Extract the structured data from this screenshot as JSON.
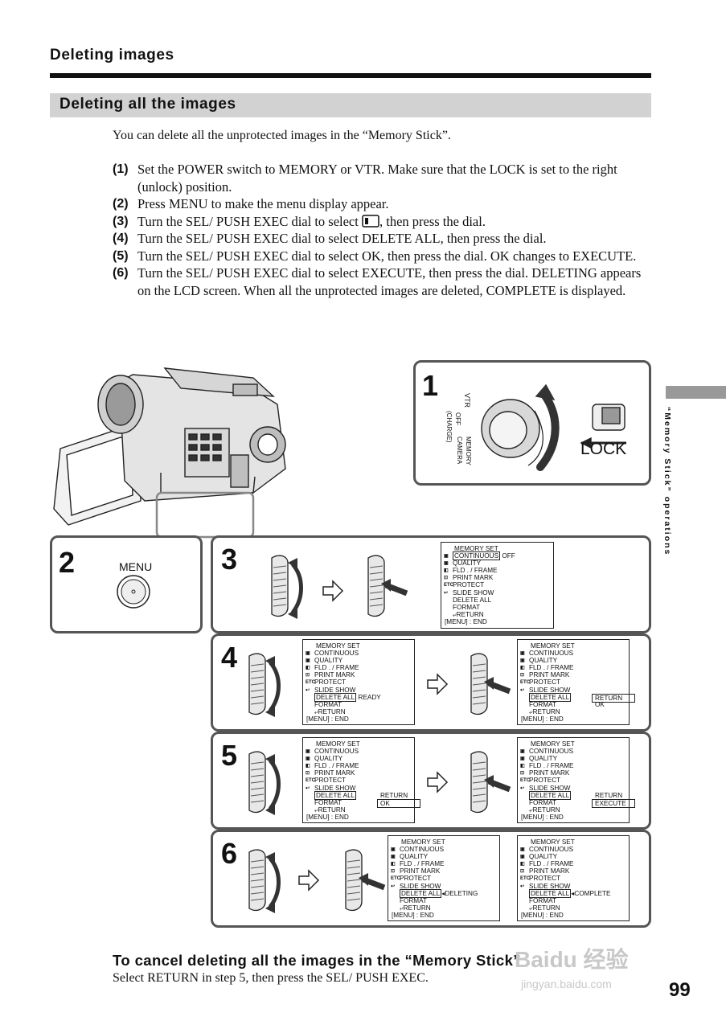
{
  "header": {
    "section_title": "Deleting images",
    "subsection_title": "Deleting all the images"
  },
  "intro": "You can delete all the unprotected images in the “Memory Stick”.",
  "steps": [
    {
      "num": "(1)",
      "text": "Set the POWER switch to MEMORY or VTR. Make sure that the LOCK is set to the right (unlock) position."
    },
    {
      "num": "(2)",
      "text": "Press MENU to make the menu display appear."
    },
    {
      "num": "(3)",
      "text_before": "Turn the SEL/ PUSH EXEC dial to select",
      "icon": "memory-menu-icon",
      "text_after": ", then press the dial."
    },
    {
      "num": "(4)",
      "text": "Turn the SEL/ PUSH EXEC dial to select DELETE ALL, then press the dial."
    },
    {
      "num": "(5)",
      "text": "Turn the SEL/ PUSH EXEC dial to select OK, then press the dial. OK changes to EXECUTE."
    },
    {
      "num": "(6)",
      "text": "Turn the SEL/ PUSH EXEC dial to select EXECUTE, then press the dial. DELETING appears on the LCD screen. When all the unprotected images are deleted, COMPLETE is displayed."
    }
  ],
  "side_tab": "“Memory Stick” operations",
  "panel_numbers": [
    "1",
    "2",
    "3",
    "4",
    "5",
    "6"
  ],
  "switch_labels": {
    "vtr": "VTR",
    "off": "OFF",
    "charge": "(CHARGE)",
    "memory": "MEMORY",
    "camera": "CAMERA",
    "lock": "LOCK"
  },
  "menu_button_label": "MENU",
  "menu": {
    "title": "MEMORY SET",
    "items": [
      "CONTINUOUS",
      "QUALITY",
      "FLD . / FRAME",
      "PRINT MARK",
      "PROTECT",
      "SLIDE SHOW",
      "DELETE ALL",
      "FORMAT",
      "RETURN"
    ],
    "etc": "ETC",
    "footer": "[MENU] : END",
    "off": "OFF",
    "ready": "READY",
    "return": "RETURN",
    "ok": "OK",
    "execute": "EXECUTE",
    "deleting": "DELETING",
    "complete": "COMPLETE"
  },
  "cancel": {
    "heading": "To cancel deleting all the images in the “Memory Stick”",
    "text": "Select RETURN in step 5, then press the SEL/ PUSH EXEC."
  },
  "page_number": "99",
  "watermark": {
    "main": "Baidu 经验",
    "sub": "jingyan.baidu.com"
  }
}
